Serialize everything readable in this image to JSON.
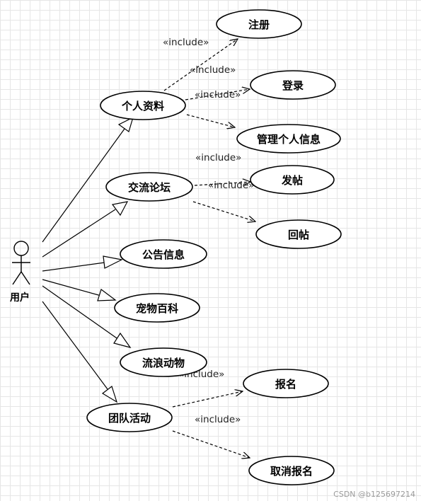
{
  "actor": {
    "label": "用户"
  },
  "use_cases": {
    "profile": "个人资料",
    "forum": "交流论坛",
    "notice": "公告信息",
    "encyclopedia": "宠物百科",
    "stray": "流浪动物",
    "team": "团队活动",
    "register": "注册",
    "login": "登录",
    "manage_info": "管理个人信息",
    "post": "发帖",
    "reply": "回帖",
    "signup": "报名",
    "cancel_signup": "取消报名"
  },
  "stereotype": "«include»",
  "watermark": "CSDN @b125697214"
}
